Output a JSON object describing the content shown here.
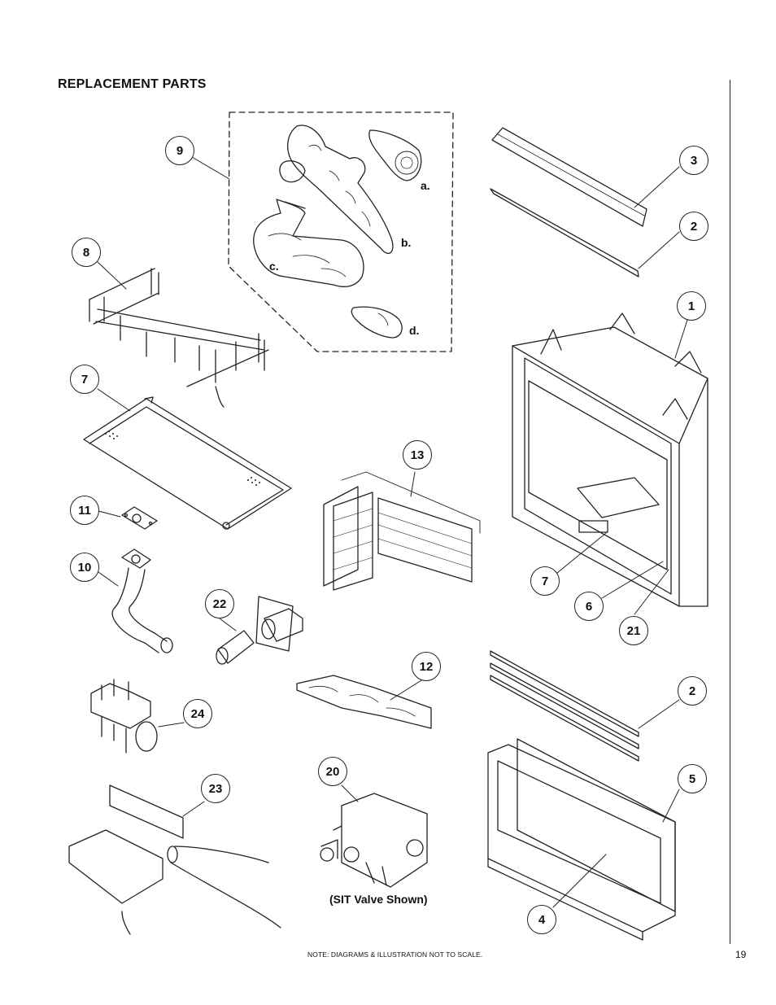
{
  "page": {
    "title": "REPLACEMENT PARTS",
    "note": "NOTE: DIAGRAMS & ILLUSTRATION NOT TO SCALE.",
    "page_number": "19",
    "valve_caption": "(SIT Valve Shown)"
  },
  "callouts": {
    "c9": "9",
    "c3": "3",
    "c2a": "2",
    "c8": "8",
    "c1": "1",
    "c7a": "7",
    "c13": "13",
    "c11": "11",
    "c10": "10",
    "c22": "22",
    "c7b": "7",
    "c6": "6",
    "c21": "21",
    "c12": "12",
    "c2b": "2",
    "c24": "24",
    "c23": "23",
    "c20": "20",
    "c5": "5",
    "c4": "4"
  },
  "log_labels": {
    "a": "a.",
    "b": "b.",
    "c": "c.",
    "d": "d."
  }
}
